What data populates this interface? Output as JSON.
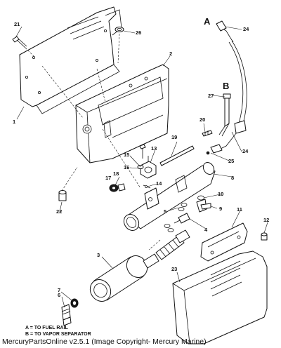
{
  "diagram": {
    "callouts": [
      "1",
      "2",
      "3",
      "4",
      "5",
      "6",
      "7",
      "8",
      "9",
      "10",
      "11",
      "12",
      "13",
      "14",
      "15",
      "16",
      "17",
      "18",
      "19",
      "20",
      "21",
      "22",
      "23",
      "24",
      "24",
      "25",
      "26",
      "27"
    ],
    "letters": {
      "a": "A",
      "b": "B"
    },
    "notes": {
      "line_a": "A  =  TO FUEL RAIL",
      "line_b": "B  =  TO VAPOR SEPARATOR"
    }
  },
  "footer": {
    "text": "MercuryPartsOnline v2.5.1 (Image Copyright- Mercury Marine)"
  }
}
